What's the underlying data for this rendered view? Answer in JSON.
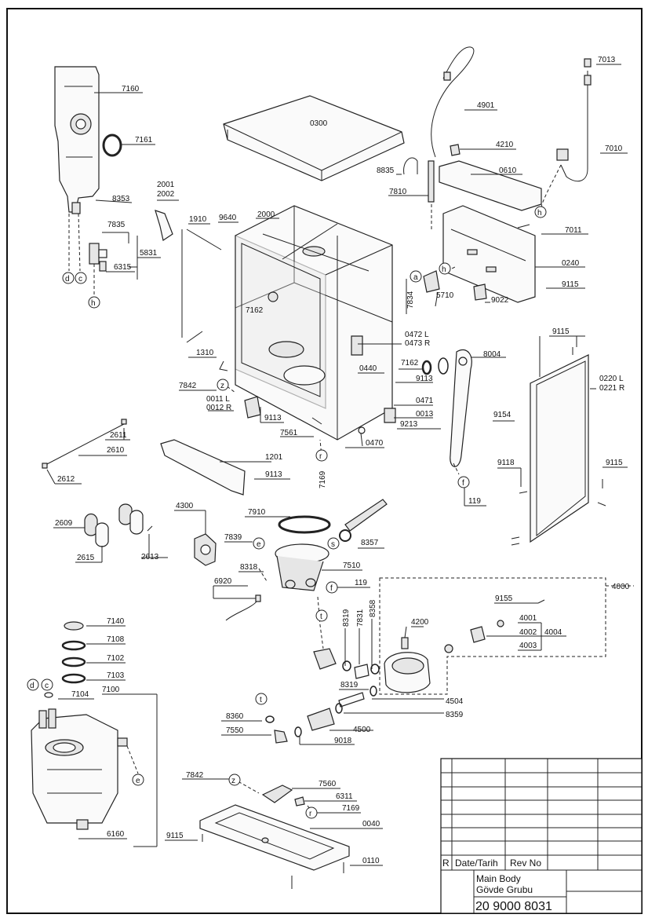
{
  "parts": {
    "p7160": "7160",
    "p7161": "7161",
    "p8353": "8353",
    "p7835": "7835",
    "p5831": "5831",
    "p6315": "6315",
    "p2001": "2001",
    "p2002": "2002",
    "p1910": "1910",
    "p9640": "9640",
    "p2000": "2000",
    "p0300": "0300",
    "p4901": "4901",
    "p7013": "7013",
    "p4210": "4210",
    "p7010": "7010",
    "p8835": "8835",
    "p0610": "0610",
    "p7810": "7810",
    "p7011": "7011",
    "p0240": "0240",
    "p9115a": "9115",
    "p7834": "7834",
    "p5710": "5710",
    "p9022": "9022",
    "p7162a": "7162",
    "p1310": "1310",
    "p0472": "0472 L",
    "p0473": "0473 R",
    "p0440": "0440",
    "p7162b": "7162",
    "p8004": "8004",
    "p9115b": "9115",
    "p0220": "0220 L",
    "p0221": "0221 R",
    "p7842a": "7842",
    "p9113a": "9113",
    "p0011": "0011 L",
    "p0012": "0012 R",
    "p9113b": "9113",
    "p0471": "0471",
    "p0013": "0013",
    "p9213": "9213",
    "p9154": "9154",
    "p7561": "7561",
    "p0470": "0470",
    "p2611": "2611",
    "p2610": "2610",
    "p1201": "1201",
    "p9113c": "9113",
    "p7169a": "7169",
    "p2612": "2612",
    "p9118": "9118",
    "p9115c": "9115",
    "p119a": "119",
    "p4300": "4300",
    "p7910": "7910",
    "p2609": "2609",
    "p7839": "7839",
    "p8357": "8357",
    "p2615": "2615",
    "p2613": "2613",
    "p8318": "8318",
    "p7510": "7510",
    "p6920": "6920",
    "p119b": "119",
    "p4000": "4000",
    "p9155": "9155",
    "p4001": "4001",
    "p4002": "4002",
    "p4004": "4004",
    "p4003": "4003",
    "p7140": "7140",
    "p7108": "7108",
    "p8319a": "8319",
    "p7831": "7831",
    "p8358": "8358",
    "p4200": "4200",
    "p7102": "7102",
    "p7103": "7103",
    "p7104": "7104",
    "p7100": "7100",
    "p8319b": "8319",
    "p4504": "4504",
    "p8359": "8359",
    "p8360": "8360",
    "p7550": "7550",
    "p4500": "4500",
    "p9018": "9018",
    "p7842b": "7842",
    "p7560": "7560",
    "p6311": "6311",
    "p7169b": "7169",
    "p6160": "6160",
    "p0040": "0040",
    "p9115d": "9115",
    "p0110": "0110"
  },
  "callouts": {
    "d": "d",
    "c": "c",
    "h": "h",
    "a": "a",
    "z": "z",
    "r": "r",
    "f": "f",
    "e": "e",
    "s": "s",
    "t": "t"
  },
  "title_block": {
    "rev_mark": "R",
    "date_label": "Date/Tarih",
    "rev_label": "Rev No",
    "title_en": "Main Body",
    "title_tr": "Gövde Grubu",
    "drawing_no": "20 9000 8031"
  }
}
